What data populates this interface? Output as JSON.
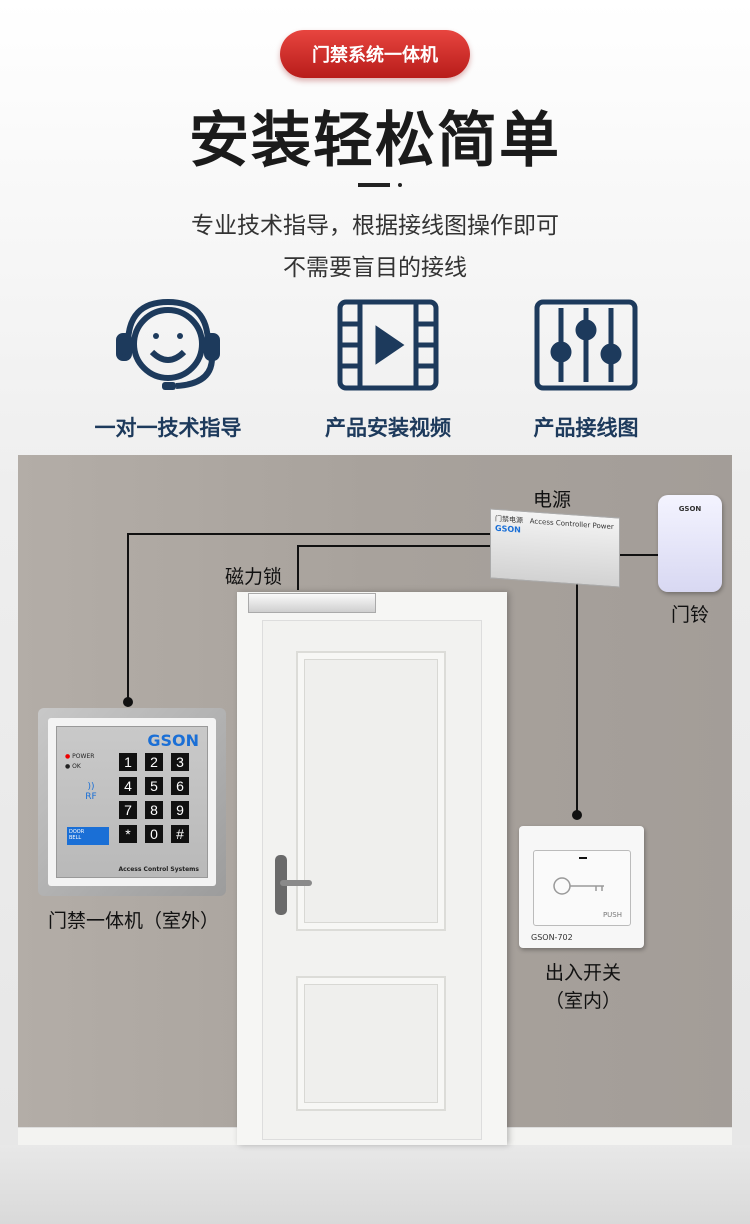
{
  "header": {
    "badge": "门禁系统一体机",
    "title": "安装轻松简单",
    "subtitle_line1": "专业技术指导，根据接线图操作即可",
    "subtitle_line2": "不需要盲目的接线"
  },
  "features": [
    {
      "icon": "headset-smile-icon",
      "label": "一对一技术指导"
    },
    {
      "icon": "video-play-icon",
      "label": "产品安装视频"
    },
    {
      "icon": "sliders-icon",
      "label": "产品接线图"
    }
  ],
  "diagram": {
    "power_label": "电源",
    "lock_label": "磁力锁",
    "doorbell_label": "门铃",
    "keypad_label": "门禁一体机（室外）",
    "exit_label_line1": "出入开关",
    "exit_label_line2": "（室内）",
    "keypad": {
      "brand": "GSON",
      "power": "POWER",
      "ok": "OK",
      "rf": "RF",
      "doorbell_line1": "DOOR",
      "doorbell_line2": "BELL",
      "footer": "Access Control Systems",
      "keys": [
        "1",
        "2",
        "3",
        "4",
        "5",
        "6",
        "7",
        "8",
        "9",
        "*",
        "0",
        "#"
      ]
    },
    "power_supply": {
      "name": "门禁电源",
      "brand": "GSON",
      "caption": "Access Controller Power"
    },
    "doorbell_brand": "GSON",
    "exit_button": {
      "push": "PUSH",
      "model": "GSON-702"
    }
  },
  "colors": {
    "accent": "#c8211e",
    "navy": "#1d3a5c",
    "gson_blue": "#1a6fd6"
  }
}
